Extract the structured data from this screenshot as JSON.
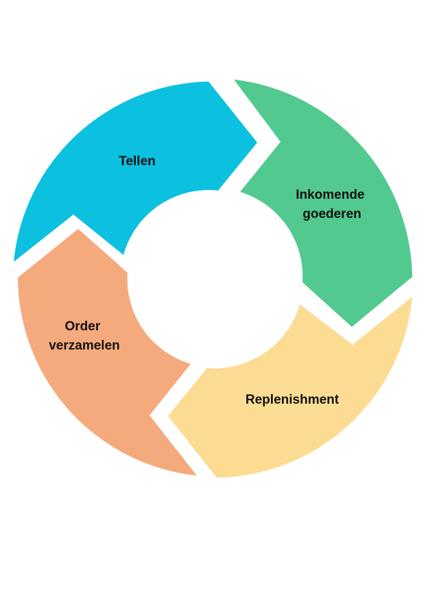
{
  "diagram": {
    "type": "cycle",
    "direction": "clockwise",
    "center_color": "#ffffff",
    "steps": [
      {
        "id": "tellen",
        "lines": [
          "Tellen"
        ],
        "color": "#0cc0df"
      },
      {
        "id": "inkomende-goederen",
        "lines": [
          "Inkomende",
          "goederen"
        ],
        "color": "#52c98f"
      },
      {
        "id": "replenishment",
        "lines": [
          "Replenishment"
        ],
        "color": "#fcdb92"
      },
      {
        "id": "order-verzamelen",
        "lines": [
          "Order",
          "verzamelen"
        ],
        "color": "#f5aa7d"
      }
    ]
  }
}
